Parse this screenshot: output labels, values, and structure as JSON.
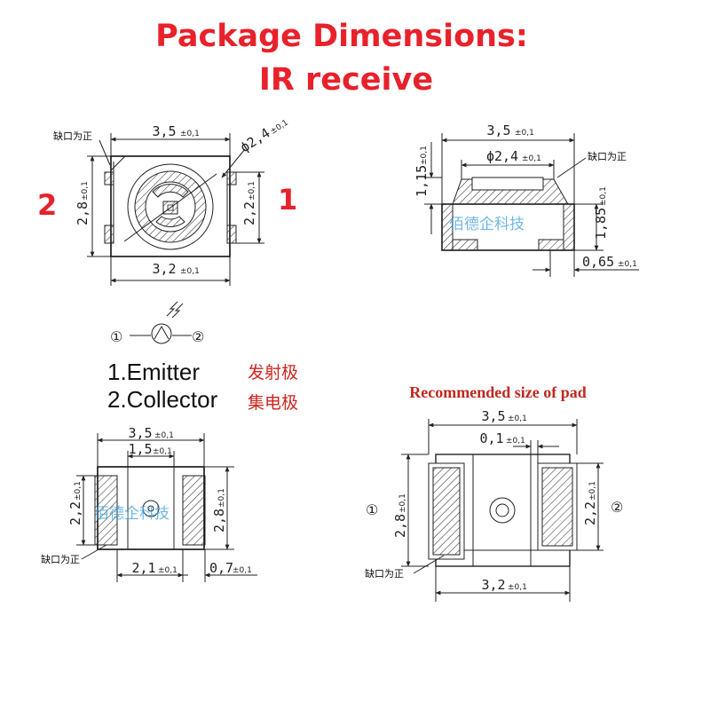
{
  "title": {
    "line1": "Package Dimensions:",
    "line2": "IR receive"
  },
  "top_view": {
    "width_top": "3,5",
    "width_bottom": "3,2",
    "height_left": "2,8",
    "height_right": "2,2",
    "lens_diameter": "ϕ2,4",
    "tolerance": "±0,1",
    "notch_label": "缺口为正",
    "pin_left": "2",
    "pin_right": "1"
  },
  "side_view": {
    "width_top": "3,5",
    "lens_diameter": "ϕ2,4",
    "height_total": "1,15",
    "height_body": "1,85",
    "foot_length": "0,65",
    "tolerance": "±0,1",
    "notch_label": "缺口为正",
    "watermark": "佰德企科技"
  },
  "legend": {
    "circled_1": "①",
    "circled_2": "②",
    "item1": "1.Emitter",
    "item1_cn": "发射极",
    "item2": "2.Collector",
    "item2_cn": "集电极"
  },
  "bottom_view": {
    "width_top": "3,5",
    "inner_width": "1,5",
    "pad_span": "2,1",
    "pad_width": "0,7",
    "height_left": "2,2",
    "height_right": "2,8",
    "tolerance": "±0,1",
    "notch_label": "缺口为正",
    "watermark": "佰德企科技"
  },
  "pad_view": {
    "heading": "Recommended size of pad",
    "width_top": "3,5",
    "gap": "0,1",
    "width_bottom": "3,2",
    "height_left": "2,8",
    "height_right": "2,2",
    "tolerance": "±0,1",
    "notch_label": "缺口为正",
    "pin_left": "①",
    "pin_right": "②"
  },
  "colors": {
    "title": "#e8212b",
    "heading": "#c0281f",
    "watermark": "#3da0dc",
    "line": "#222222"
  }
}
